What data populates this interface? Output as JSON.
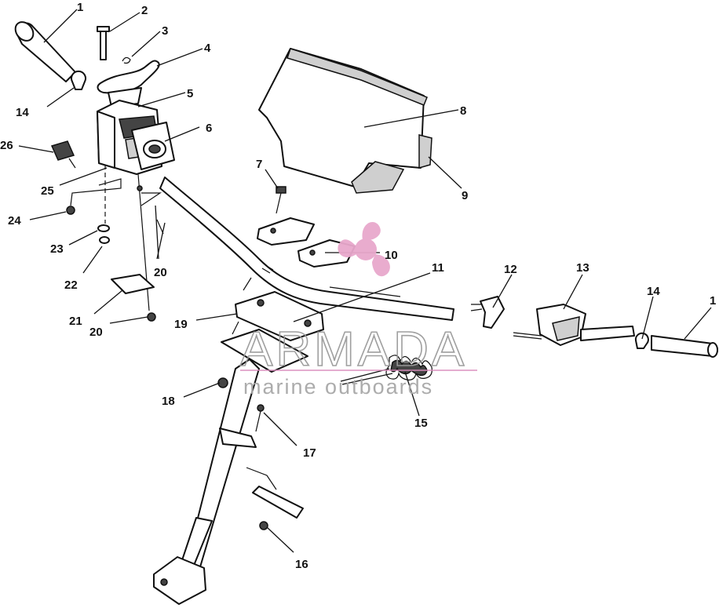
{
  "labels": {
    "l1a": "1",
    "l2": "2",
    "l3": "3",
    "l4": "4",
    "l5": "5",
    "l6": "6",
    "l7": "7",
    "l8": "8",
    "l9": "9",
    "l10": "10",
    "l11": "11",
    "l12": "12",
    "l13": "13",
    "l14a": "14",
    "l14b": "14",
    "l1b": "1",
    "l15": "15",
    "l16": "16",
    "l17": "17",
    "l18": "18",
    "l19": "19",
    "l20a": "20",
    "l20b": "20",
    "l21": "21",
    "l22": "22",
    "l23": "23",
    "l24": "24",
    "l25": "25",
    "l26": "26"
  },
  "watermark": {
    "brand": "ARMADA",
    "tagline": "marine outboards",
    "logo_name": "propeller-logo"
  },
  "colors": {
    "line": "#111111",
    "watermark_text": "#9a9a9a",
    "watermark_logo": "#e8a8cc",
    "watermark_rule": "#d98cbc"
  }
}
